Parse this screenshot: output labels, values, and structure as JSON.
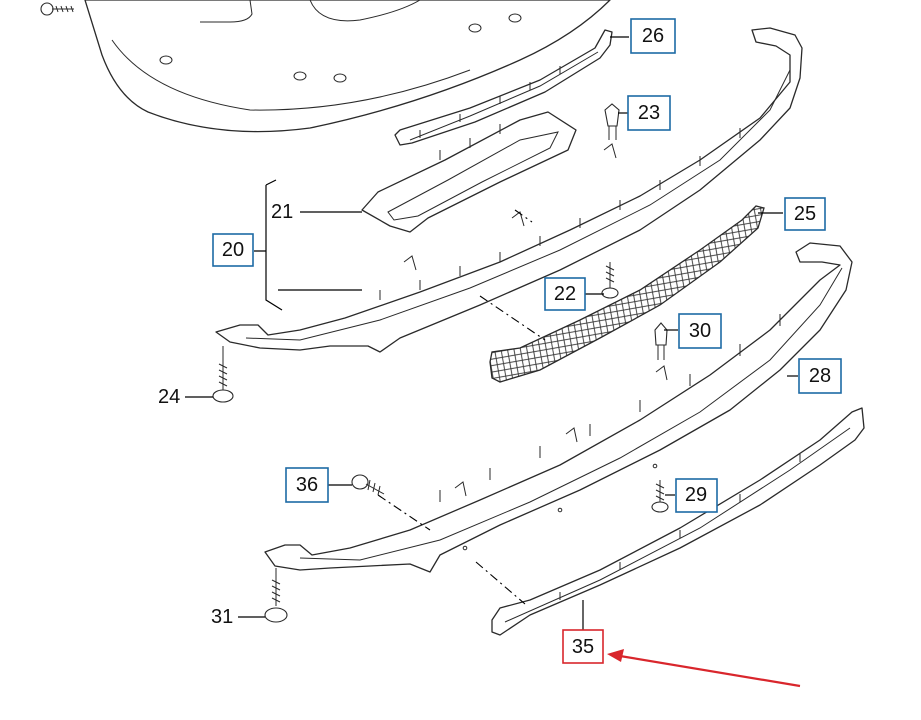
{
  "colors": {
    "callout_border": "#1d6aa5",
    "highlight_border": "#d9262c",
    "arrow": "#d9262c",
    "line_art": "#2a2a2a"
  },
  "callouts": {
    "c26": "26",
    "c23": "23",
    "c25": "25",
    "c20": "20",
    "c22": "22",
    "c30": "30",
    "c28": "28",
    "c36": "36",
    "c29": "29",
    "c35": "35"
  },
  "labels": {
    "l21": "21",
    "l24": "24",
    "l31": "31"
  },
  "highlight": {
    "part": "35",
    "arrow": "red-arrow-pointer"
  }
}
